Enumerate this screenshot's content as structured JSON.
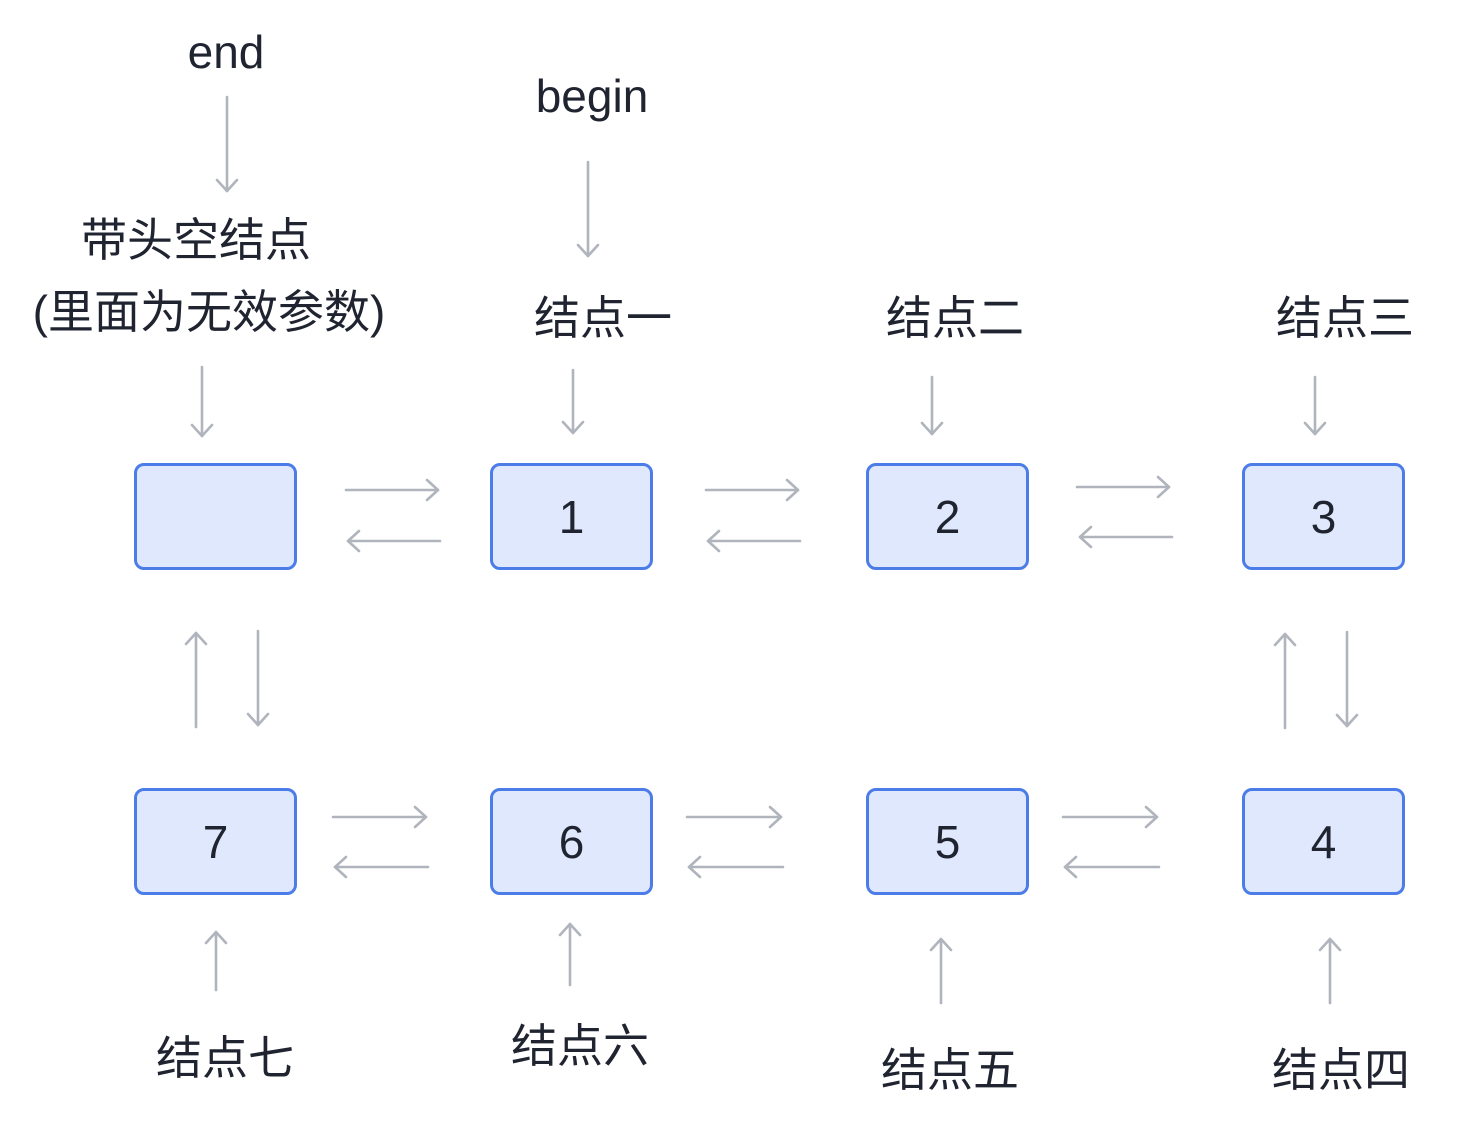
{
  "pointers": {
    "end": "end",
    "begin": "begin"
  },
  "head": {
    "title": "带头空结点",
    "subtitle": "(里面为无效参数)",
    "value": ""
  },
  "nodes": [
    {
      "value": "1",
      "label": "结点一"
    },
    {
      "value": "2",
      "label": "结点二"
    },
    {
      "value": "3",
      "label": "结点三"
    },
    {
      "value": "4",
      "label": "结点四"
    },
    {
      "value": "5",
      "label": "结点五"
    },
    {
      "value": "6",
      "label": "结点六"
    },
    {
      "value": "7",
      "label": "结点七"
    }
  ],
  "structure": {
    "type": "doubly-linked circular list",
    "bidirectional_links": [
      "head⇄1",
      "1⇄2",
      "2⇄3",
      "3⇄4",
      "4⇄5",
      "5⇄6",
      "6⇄7",
      "7⇄head"
    ]
  },
  "colors": {
    "node_fill": "#dfe8fc",
    "node_border": "#4b7ce8",
    "arrow": "#b0b4bc",
    "text": "#1f2430"
  }
}
